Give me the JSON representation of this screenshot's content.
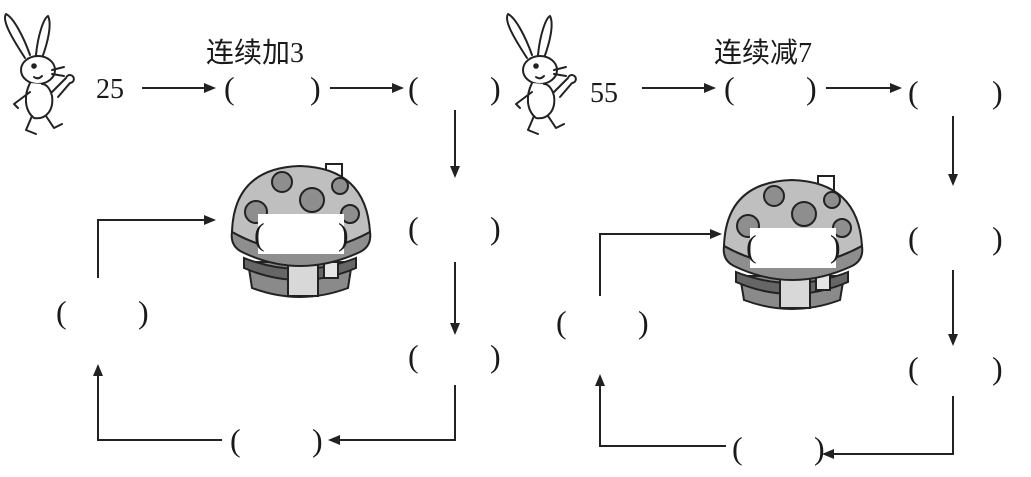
{
  "problems": [
    {
      "start": "25",
      "rule": "连续加3",
      "blank_open": "(",
      "blank_close": ")"
    },
    {
      "start": "55",
      "rule": "连续减7",
      "blank_open": "(",
      "blank_close": ")"
    }
  ]
}
